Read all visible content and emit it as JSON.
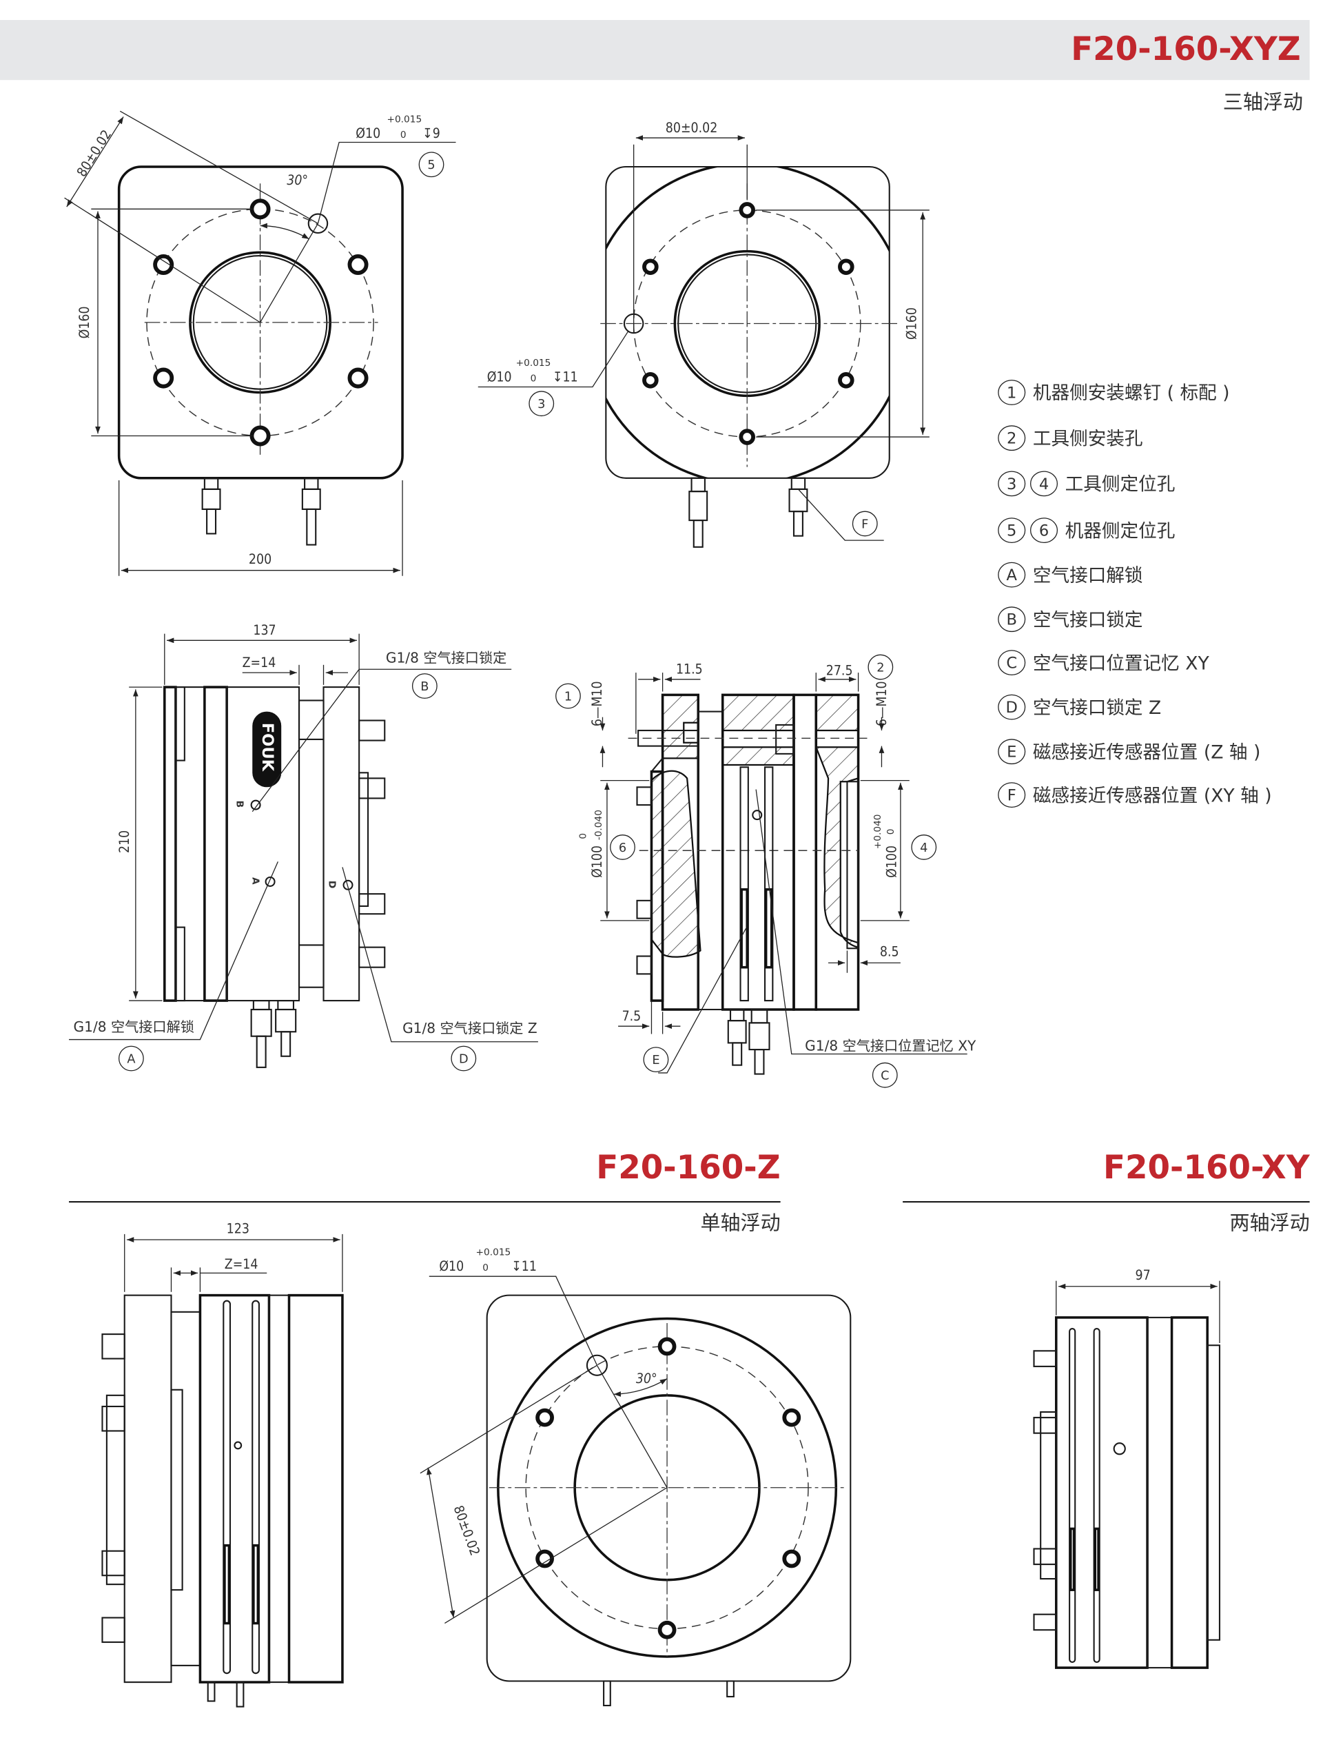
{
  "header": {
    "title": "F20-160-XYZ",
    "subtitle": "三轴浮动"
  },
  "legend": [
    {
      "marks": [
        "1"
      ],
      "text": "机器侧安装螺钉 ( 标配 )"
    },
    {
      "marks": [
        "2"
      ],
      "text": "工具侧安装孔"
    },
    {
      "marks": [
        "3",
        "4"
      ],
      "text": "工具侧定位孔"
    },
    {
      "marks": [
        "5",
        "6"
      ],
      "text": "机器侧定位孔"
    },
    {
      "marks": [
        "A"
      ],
      "text": "空气接口解锁"
    },
    {
      "marks": [
        "B"
      ],
      "text": "空气接口锁定"
    },
    {
      "marks": [
        "C"
      ],
      "text": "空气接口位置记忆 XY"
    },
    {
      "marks": [
        "D"
      ],
      "text": "空气接口锁定 Z"
    },
    {
      "marks": [
        "E"
      ],
      "text": "磁感接近传感器位置 (Z 轴 )"
    },
    {
      "marks": [
        "F"
      ],
      "text": "磁感接近传感器位置 (XY 轴 )"
    }
  ],
  "view_front_robot": {
    "dim_diag": "80±0.02",
    "angle": "30°",
    "dia": "Ø160",
    "width": "200",
    "hole_spec": {
      "dia": "Ø10",
      "tol_up": "+0.015",
      "tol_low": "0",
      "depth": "↧9"
    },
    "callout": "5"
  },
  "view_front_tool": {
    "dim_top": "80±0.02",
    "dia": "Ø160",
    "hole_spec": {
      "dia": "Ø10",
      "tol_up": "+0.015",
      "tol_low": "0",
      "depth": "↧11"
    },
    "callout": "3",
    "callout_f": "F"
  },
  "view_side": {
    "length": "137",
    "z": "Z=14",
    "height": "210",
    "logo": "FOUK",
    "port_b": "G1/8 空气接口锁定",
    "port_a": "G1/8 空气接口解锁",
    "port_d": "G1/8 空气接口锁定 Z",
    "callout_b": "B",
    "callout_a": "A",
    "callout_d": "D",
    "port_marks": [
      "B",
      "A",
      "D"
    ]
  },
  "view_section": {
    "dim_left": "11.5",
    "dim_right": "27.5",
    "thread_left": "6—M10",
    "thread_right": "6—M10",
    "bore_left": "Ø100",
    "bore_left_up": "0",
    "bore_left_low": "-0.040",
    "bore_right": "Ø100",
    "bore_right_up": "+0.040",
    "bore_right_low": "0",
    "dim_85": "8.5",
    "dim_75": "7.5",
    "port_c": "G1/8 空气接口位置记忆 XY",
    "callouts": {
      "one": "1",
      "two": "2",
      "six": "6",
      "four": "4",
      "e": "E",
      "c": "C"
    }
  },
  "section_z": {
    "title": "F20-160-Z",
    "subtitle": "单轴浮动",
    "length": "123",
    "z": "Z=14",
    "hole_spec": {
      "dia": "Ø10",
      "tol_up": "+0.015",
      "tol_low": "0",
      "depth": "↧11"
    },
    "angle": "30°",
    "dim_diag": "80±0.02"
  },
  "section_xy": {
    "title": "F20-160-XY",
    "subtitle": "两轴浮动",
    "length": "97"
  },
  "colors": {
    "accent": "#c1272d",
    "band": "#e6e7e9"
  }
}
